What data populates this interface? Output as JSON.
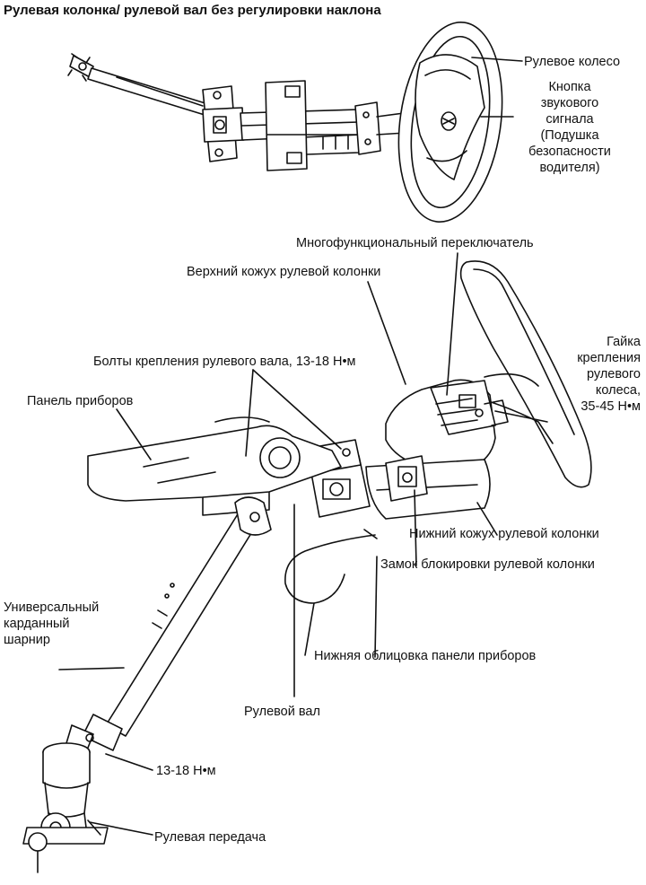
{
  "title": "Рулевая колонка/ рулевой вал без регулировки наклона",
  "labels": {
    "steering_wheel": "Рулевое колесо",
    "horn_button_1": "Кнопка",
    "horn_button_2": "звукового",
    "horn_button_3": "сигнала",
    "horn_button_4": "(Подушка",
    "horn_button_5": "безопасности",
    "horn_button_6": "водителя)",
    "multifunction_switch": "Многофункциональный переключатель",
    "upper_shroud": "Верхний кожух рулевой колонки",
    "shaft_bolts": "Болты крепления рулевого вала, 13-18 Н•м",
    "instrument_panel": "Панель приборов",
    "wheel_nut_1": "Гайка",
    "wheel_nut_2": "крепления",
    "wheel_nut_3": "рулевого",
    "wheel_nut_4": "колеса,",
    "wheel_nut_5": "35-45 Н•м",
    "lower_shroud": "Нижний кожух рулевой колонки",
    "column_lock": "Замок блокировки рулевой колонки",
    "lower_trim": "Нижняя облицовка панели приборов",
    "universal_joint_1": "Универсальный",
    "universal_joint_2": "карданный",
    "universal_joint_3": "шарнир",
    "steering_shaft": "Рулевой вал",
    "torque_13_18": "13-18 Н•м",
    "steering_gear": "Рулевая передача"
  },
  "colors": {
    "ink": "#111111",
    "fill": "#ffffff",
    "shade": "#d9d9d9"
  }
}
